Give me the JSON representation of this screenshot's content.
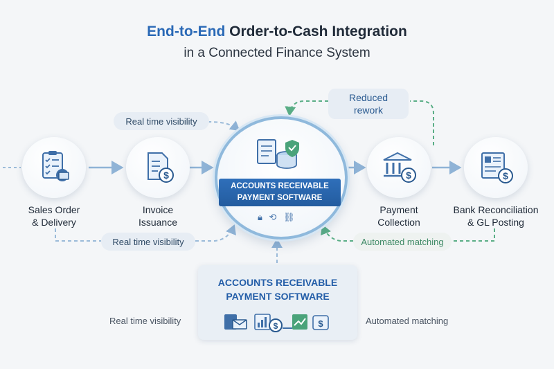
{
  "title": {
    "accent": "End-to-End",
    "rest": " Order-to-Cash Integration",
    "subtitle": "in a Connected Finance System"
  },
  "nodes": [
    {
      "line1": "Sales Order",
      "line2": "& Delivery",
      "icon": "clipboard-checklist-icon"
    },
    {
      "line1": "Invoice",
      "line2": "Issuance",
      "icon": "invoice-dollar-icon"
    },
    {
      "line1": "Payment",
      "line2": "Collection",
      "icon": "bank-dollar-icon"
    },
    {
      "line1": "Bank Reconciliation",
      "line2": "& GL Posting",
      "icon": "ledger-dollar-icon"
    }
  ],
  "hub": {
    "line1": "ACCOUNTS RECEIVABLE",
    "line2": "PAYMENT SOFTWARE",
    "icon": "documents-database-shield-icon"
  },
  "labels": {
    "top_left": "Real time visibility",
    "bottom_left": "Real time visibility",
    "bottom_right": "Automated matching",
    "rework_line1": "Reduced",
    "rework_line2": "rework"
  },
  "panel": {
    "title_line1": "ACCOUNTS RECEIVABLE",
    "title_line2": "PAYMENT SOFTWARE",
    "left_text": "Real time visibility",
    "right_text": "Automated matching"
  },
  "colors": {
    "accent": "#2a69b6",
    "banner": "#2f6fba",
    "green": "#4aa37a",
    "arrow": "#8fb3d6"
  }
}
